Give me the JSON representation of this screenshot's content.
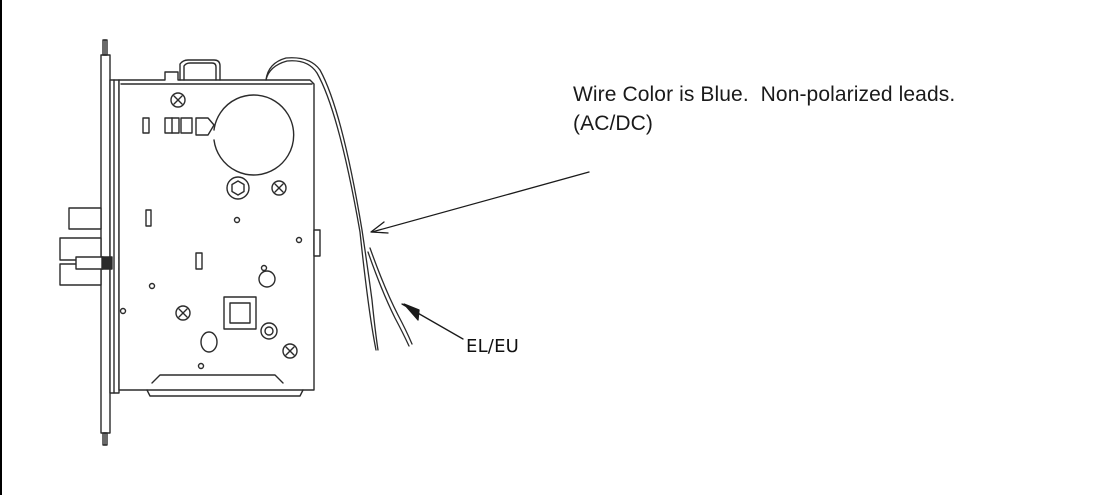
{
  "callouts": {
    "wire_line1": "Wire Color is Blue.  Non-polarized leads.",
    "wire_line2": "(AC/DC)",
    "wiring_option": "EL/EU"
  },
  "colors": {
    "line": "#2b2b2b",
    "text": "#1a1a1a",
    "background": "#ffffff"
  }
}
